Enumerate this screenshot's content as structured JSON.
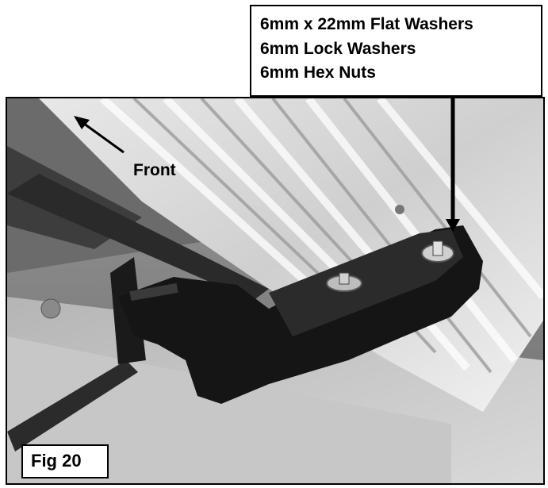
{
  "callout": {
    "lines": [
      "6mm x 22mm Flat Washers",
      "6mm Lock Washers",
      "6mm Hex Nuts"
    ]
  },
  "direction_label": "Front",
  "figure_label": "Fig 20"
}
